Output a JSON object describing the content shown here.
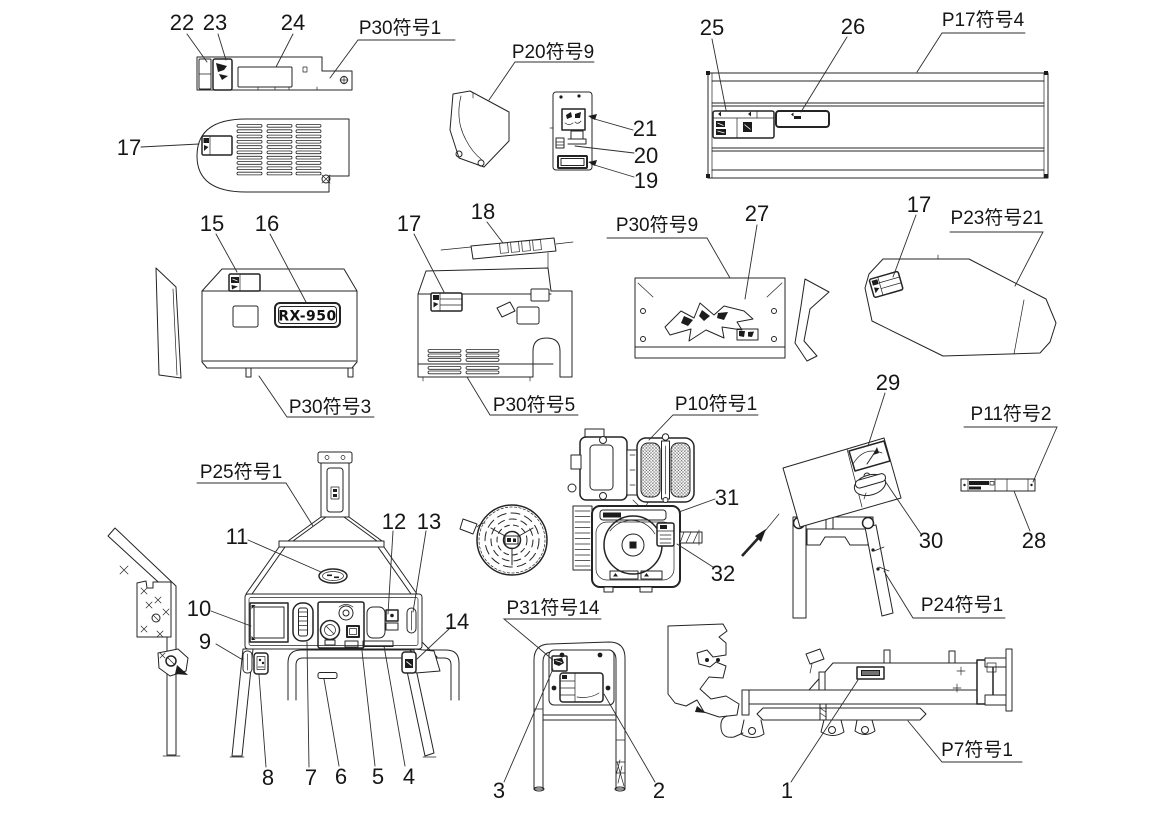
{
  "figure": {
    "type": "parts-location-diagram",
    "model_label": "RX-950"
  },
  "callouts": {
    "1": "1",
    "2": "2",
    "3": "3",
    "4": "4",
    "5": "5",
    "6": "6",
    "7": "7",
    "8": "8",
    "9": "9",
    "10": "10",
    "11": "11",
    "12": "12",
    "13": "13",
    "14": "14",
    "15": "15",
    "16": "16",
    "17": "17",
    "18": "18",
    "19": "19",
    "20": "20",
    "21": "21",
    "22": "22",
    "23": "23",
    "24": "24",
    "25": "25",
    "26": "26",
    "27": "27",
    "28": "28",
    "29": "29",
    "30": "30",
    "31": "31",
    "32": "32"
  },
  "refs": {
    "p30_1": "P30符号1",
    "p20_9": "P20符号9",
    "p17_4": "P17符号4",
    "p23_21": "P23符号21",
    "p30_3": "P30符号3",
    "p30_5": "P30符号5",
    "p30_9": "P30符号9",
    "p10_1": "P10符号1",
    "p11_2": "P11符号2",
    "p25_1": "P25符号1",
    "p24_1": "P24符号1",
    "p31_14": "P31符号14",
    "p7_1": "P7符号1"
  }
}
